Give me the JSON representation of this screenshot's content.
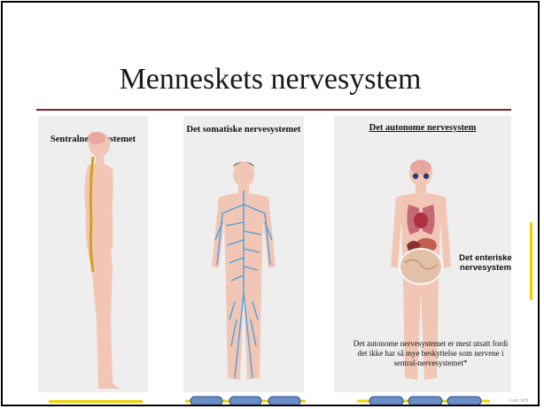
{
  "slide": {
    "title": "Menneskets nervesystem",
    "panels": [
      {
        "label": "Sentralnervesystemet"
      },
      {
        "label": "Det somatiske nervesystemet"
      },
      {
        "label": "Det autonome nervesystem"
      }
    ],
    "enteric_label": "Det enteriske nervesystem",
    "note": "Det autonome nervesystemet er mest utsatt fordi det ikke har så mye beskyttelse som nervene i sentral-nervesystemet*",
    "footer_tiny": "Foto: NHI"
  },
  "colors": {
    "title_rule": "#8b1c2b",
    "panel_bg": "#eeeeee",
    "skin": "#f1c6b4",
    "nerve_blue": "#4fa0e0",
    "spine": "#d4a017",
    "accent_yellow": "#f2d000"
  },
  "icons": [
    "brain-icon",
    "spinal-cord-icon",
    "heart-icon",
    "lungs-icon",
    "stomach-icon",
    "intestines-icon"
  ]
}
